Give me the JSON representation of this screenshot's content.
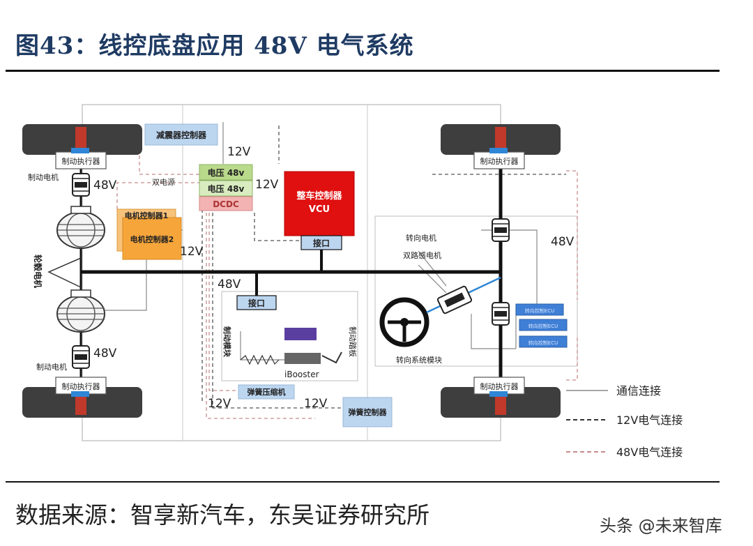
{
  "title": "图43：线控底盘应用 48V 电气系统",
  "source": "数据来源：智享新汽车，东吴证券研究所",
  "watermark": "头条 @未来智库",
  "labels": {
    "damper_controller": "减震器控制器",
    "voltage_12v": "12V",
    "voltage_48v": "48V",
    "dual_power": "双电源",
    "volt48_a": "电压 48v",
    "volt48_b": "电压 48v",
    "dcdc": "DCDC",
    "vcu_line1": "整车控制器",
    "vcu_line2": "VCU",
    "brake_actuator": "制动执行器",
    "brake_motor": "制动电机",
    "motor_ctrl_1": "电机控制器1",
    "motor_ctrl_2": "电机控制器2",
    "drive_motor": "轮毂电机",
    "interface": "接口",
    "brake_module": "制动模块",
    "brake_pedal": "制动踏板",
    "ibooster": "iBooster",
    "spring_compressor": "弹簧压缩机",
    "spring_controller": "弹簧控制器",
    "steering_motor": "转向电机",
    "dual_sense_motor": "双路感电机",
    "steering_module": "转向系统模块",
    "ecu": "转向控制ECU"
  },
  "legend": {
    "comm": "通信连接",
    "elec12": "12V电气连接",
    "elec48": "48V电气连接"
  },
  "colors": {
    "title": "#1f3b63",
    "vcu": "#e01010",
    "motor_ctrl": "#f5a53a",
    "volt_green": "#b9d98b",
    "dcdc": "#f3b3b3",
    "light_blue": "#bcd6f0",
    "blue_box": "#3f7fd6"
  }
}
